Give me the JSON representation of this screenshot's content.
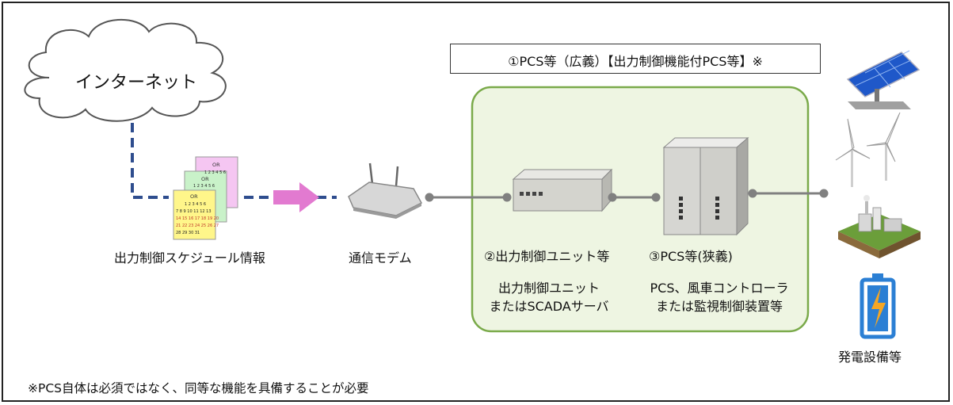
{
  "internet": {
    "label": "インターネット"
  },
  "schedule": {
    "label": "出力制御スケジュール情報",
    "sheet_header": "OR",
    "rows": [
      "1 2 3 4 5 6",
      "7 8 9 10 11 12 13",
      "14 15 16 17 18 19 20",
      "21 22 23 24 25 26 27",
      "28 29 30 31"
    ]
  },
  "modem": {
    "label": "通信モデム"
  },
  "pcs_group": {
    "title": "①PCS等（広義）【出力制御機能付PCS等】※"
  },
  "control_unit": {
    "title": "②出力制御ユニット等",
    "desc_line1": "出力制御ユニット",
    "desc_line2": "またはSCADAサーバ"
  },
  "pcs_narrow": {
    "title": "③PCS等(狭義)",
    "desc_line1": "PCS、風車コントローラ",
    "desc_line2": "または監視制御装置等"
  },
  "generation": {
    "label": "発電設備等",
    "icons": [
      "solar-panel-icon",
      "wind-turbine-icon",
      "power-plant-icon",
      "battery-icon"
    ]
  },
  "footnote": "※PCS自体は必須ではなく、同等な機能を具備することが必要",
  "colors": {
    "group_fill": "#eef5e2",
    "group_border": "#7aaa4a",
    "dashed_line": "#2e4d8e",
    "arrow": "#e27ad0",
    "solid_line": "#808080"
  }
}
